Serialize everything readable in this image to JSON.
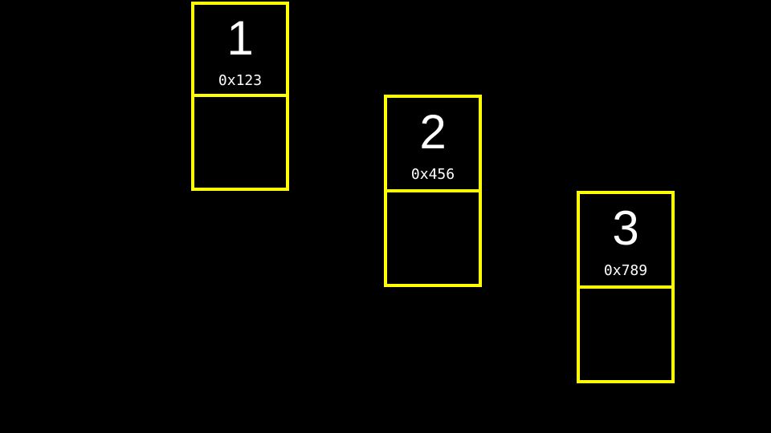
{
  "diagram": {
    "kind": "linked-list-nodes",
    "background_color": "#000000",
    "border_color": "#FFFF00",
    "text_color": "#FFFFFF",
    "nodes": [
      {
        "value": "1",
        "address": "0x123"
      },
      {
        "value": "2",
        "address": "0x456"
      },
      {
        "value": "3",
        "address": "0x789"
      }
    ]
  }
}
